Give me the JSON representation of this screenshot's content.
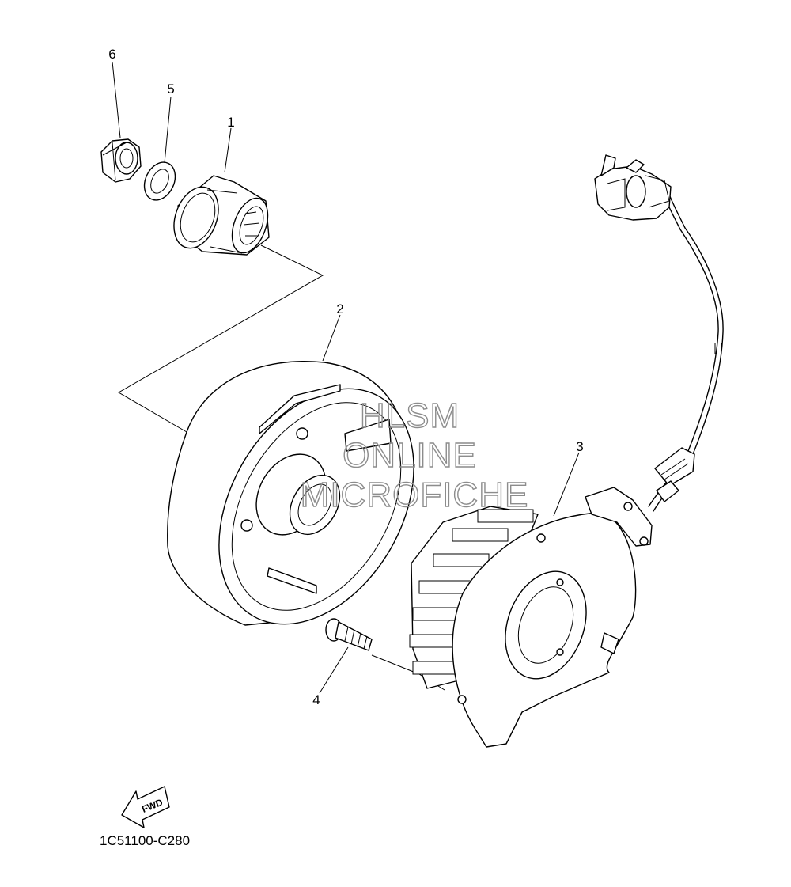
{
  "diagram": {
    "callouts": [
      {
        "id": "callout-1",
        "label": "1"
      },
      {
        "id": "callout-2",
        "label": "2"
      },
      {
        "id": "callout-3",
        "label": "3"
      },
      {
        "id": "callout-4",
        "label": "4"
      },
      {
        "id": "callout-5",
        "label": "5"
      },
      {
        "id": "callout-6",
        "label": "6"
      }
    ],
    "watermark": {
      "line1": "HLSM",
      "line2": "ONLINE",
      "line3": "MICROFICHE",
      "color": "#8c8c8c"
    },
    "direction_badge": "FWD",
    "part_code": "1C51100-C280",
    "colors": {
      "line": "#000000",
      "background": "#ffffff"
    }
  }
}
